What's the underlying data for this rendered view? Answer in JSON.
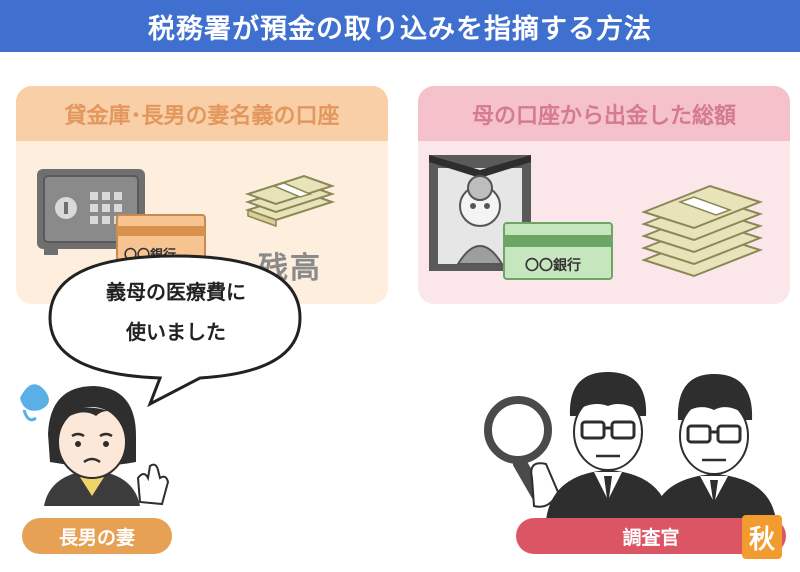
{
  "title": "税務署が預金の取り込みを指摘する方法",
  "left_panel": {
    "heading": "貸金庫･長男の妻名義の口座",
    "bankbook_label": "〇〇銀行",
    "balance_label": "残高"
  },
  "right_panel": {
    "heading": "母の口座から出金した総額",
    "bankbook_label": "〇〇銀行"
  },
  "speech_bubble": {
    "line1": "義母の医療費に",
    "line2": "使いました"
  },
  "labels": {
    "wife": "長男の妻",
    "inspector": "調査官"
  },
  "logo_char": "秋",
  "colors": {
    "header": "#3f6fcf",
    "left_panel_bg": "#fdeedd",
    "left_panel_head": "#f8cfa7",
    "right_panel_bg": "#fbe6e9",
    "right_panel_head": "#f5c2cb",
    "wife_pill": "#e6a155",
    "inspector_pill": "#db5565",
    "logo": "#f29c2f"
  }
}
